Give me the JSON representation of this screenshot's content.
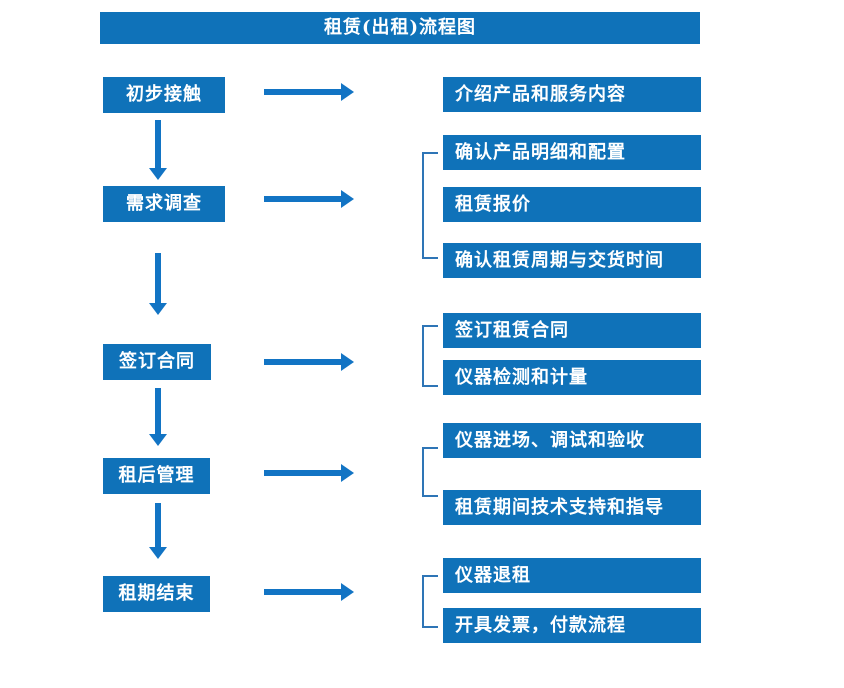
{
  "title": "租赁(出租)流程图",
  "colors": {
    "box": "#0f72b9",
    "arrow": "#1274c4",
    "bracket": "#2e75b6",
    "text": "#ffffff"
  },
  "steps": [
    {
      "label": "初步接触",
      "details": [
        "介绍产品和服务内容"
      ]
    },
    {
      "label": "需求调查",
      "details": [
        "确认产品明细和配置",
        "租赁报价",
        "确认租赁周期与交货时间"
      ]
    },
    {
      "label": "签订合同",
      "details": [
        "签订租赁合同",
        "仪器检测和计量"
      ]
    },
    {
      "label": "租后管理",
      "details": [
        "仪器进场、调试和验收",
        "租赁期间技术支持和指导"
      ]
    },
    {
      "label": "租期结束",
      "details": [
        "仪器退租",
        "开具发票，付款流程"
      ]
    }
  ]
}
